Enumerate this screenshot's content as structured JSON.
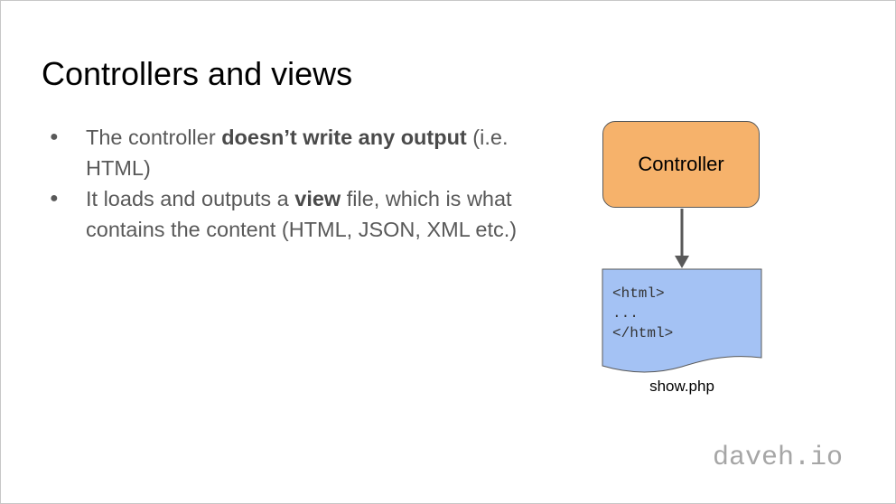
{
  "slide": {
    "title": "Controllers and views",
    "bullets": [
      {
        "segments": [
          {
            "text": "The controller ",
            "bold": false
          },
          {
            "text": "doesn’t write any output",
            "bold": true
          },
          {
            "text": " (i.e. HTML)",
            "bold": false
          }
        ]
      },
      {
        "segments": [
          {
            "text": "It loads and outputs a ",
            "bold": false
          },
          {
            "text": "view",
            "bold": true
          },
          {
            "text": " file, which is what contains the content (HTML, JSON, XML etc.)",
            "bold": false
          }
        ]
      }
    ],
    "bullet_glyph": "●"
  },
  "diagram": {
    "controller_label": "Controller",
    "document_lines": "<html>\n...\n</html>",
    "document_caption": "show.php",
    "colors": {
      "controller_fill": "#f6b26b",
      "document_fill": "#a4c2f4",
      "stroke": "#595959"
    }
  },
  "brand": {
    "text": "daveh.io"
  }
}
